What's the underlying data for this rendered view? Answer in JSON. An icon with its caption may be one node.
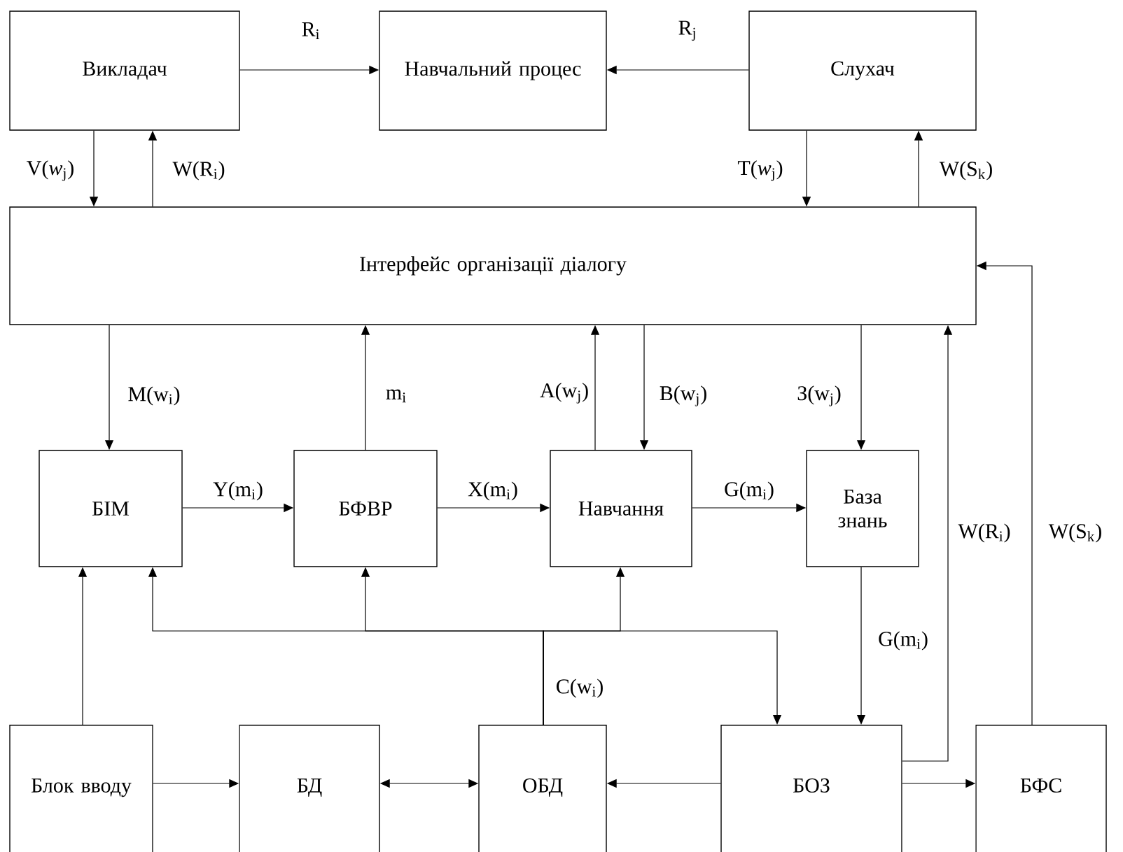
{
  "diagram": {
    "nodes": [
      {
        "text": [
          "Викладач"
        ]
      },
      {
        "text": [
          "Навчальний процес"
        ]
      },
      {
        "text": [
          "Слухач"
        ]
      },
      {
        "text": [
          "Інтерфейс організації діалогу"
        ]
      },
      {
        "text": [
          "БІМ"
        ]
      },
      {
        "text": [
          "БФВР"
        ]
      },
      {
        "text": [
          "Навчання"
        ]
      },
      {
        "text": [
          "База знань"
        ]
      },
      {
        "text": [
          "Блок вводу"
        ]
      },
      {
        "text": [
          "БД"
        ]
      },
      {
        "text": [
          "ОБД"
        ]
      },
      {
        "text": [
          "БОЗ"
        ]
      },
      {
        "text": [
          "БФС"
        ]
      }
    ],
    "edges": [
      {
        "from": 0,
        "to": 1,
        "arrow": "to",
        "label": "R$_{i}$"
      },
      {
        "from": 2,
        "to": 1,
        "arrow": "to",
        "label": "R$_{j}$"
      },
      {
        "from": 0,
        "to": 3,
        "arrow": "to",
        "label": "V(*w*$_{j}$)"
      },
      {
        "from": 3,
        "to": 0,
        "arrow": "to",
        "label": "W(R$_{i}$)"
      },
      {
        "from": 2,
        "to": 3,
        "arrow": "to",
        "label": "T(*w*$_{j}$)"
      },
      {
        "from": 3,
        "to": 2,
        "arrow": "to",
        "label": "W(S$_{k}$)"
      },
      {
        "from": 3,
        "to": 4,
        "arrow": "to",
        "label": "M(w$_{i}$)"
      },
      {
        "from": 5,
        "to": 3,
        "arrow": "to",
        "label": "m$_{i}$"
      },
      {
        "from": 6,
        "to": 3,
        "arrow": "to",
        "label": "A(w$_{j}$)"
      },
      {
        "from": 3,
        "to": 6,
        "arrow": "to",
        "label": "B(w$_{j}$)"
      },
      {
        "from": 3,
        "to": 7,
        "arrow": "to",
        "label": "З(w$_{j}$)"
      },
      {
        "from": 4,
        "to": 5,
        "arrow": "to",
        "label": "Y(m$_{i}$)"
      },
      {
        "from": 5,
        "to": 6,
        "arrow": "to",
        "label": "X(m$_{i}$)"
      },
      {
        "from": 6,
        "to": 7,
        "arrow": "to",
        "label": "G(m$_{i}$)"
      },
      {
        "from": 7,
        "to": 11,
        "arrow": "to",
        "label": "G(m$_{i}$)"
      },
      {
        "from": 11,
        "to": 3,
        "arrow": "to",
        "label": "W(R$_{i}$)"
      },
      {
        "from": 12,
        "to": 3,
        "arrow": "to",
        "label": "W(S$_{k}$)"
      },
      {
        "from": 8,
        "to": 4,
        "arrow": "to"
      },
      {
        "from": 10,
        "to": 4,
        "arrow": "to",
        "label": "C(w$_{i}$)"
      },
      {
        "from": 10,
        "to": 5,
        "arrow": "to"
      },
      {
        "from": 10,
        "to": 6,
        "arrow": "to"
      },
      {
        "from": 10,
        "to": 11,
        "arrow": "to"
      },
      {
        "from": 8,
        "to": 9,
        "arrow": "to"
      },
      {
        "from": 9,
        "to": 10,
        "arrow": "both"
      },
      {
        "from": 11,
        "to": 10,
        "arrow": "to"
      },
      {
        "from": 11,
        "to": 12,
        "arrow": "to"
      }
    ]
  }
}
